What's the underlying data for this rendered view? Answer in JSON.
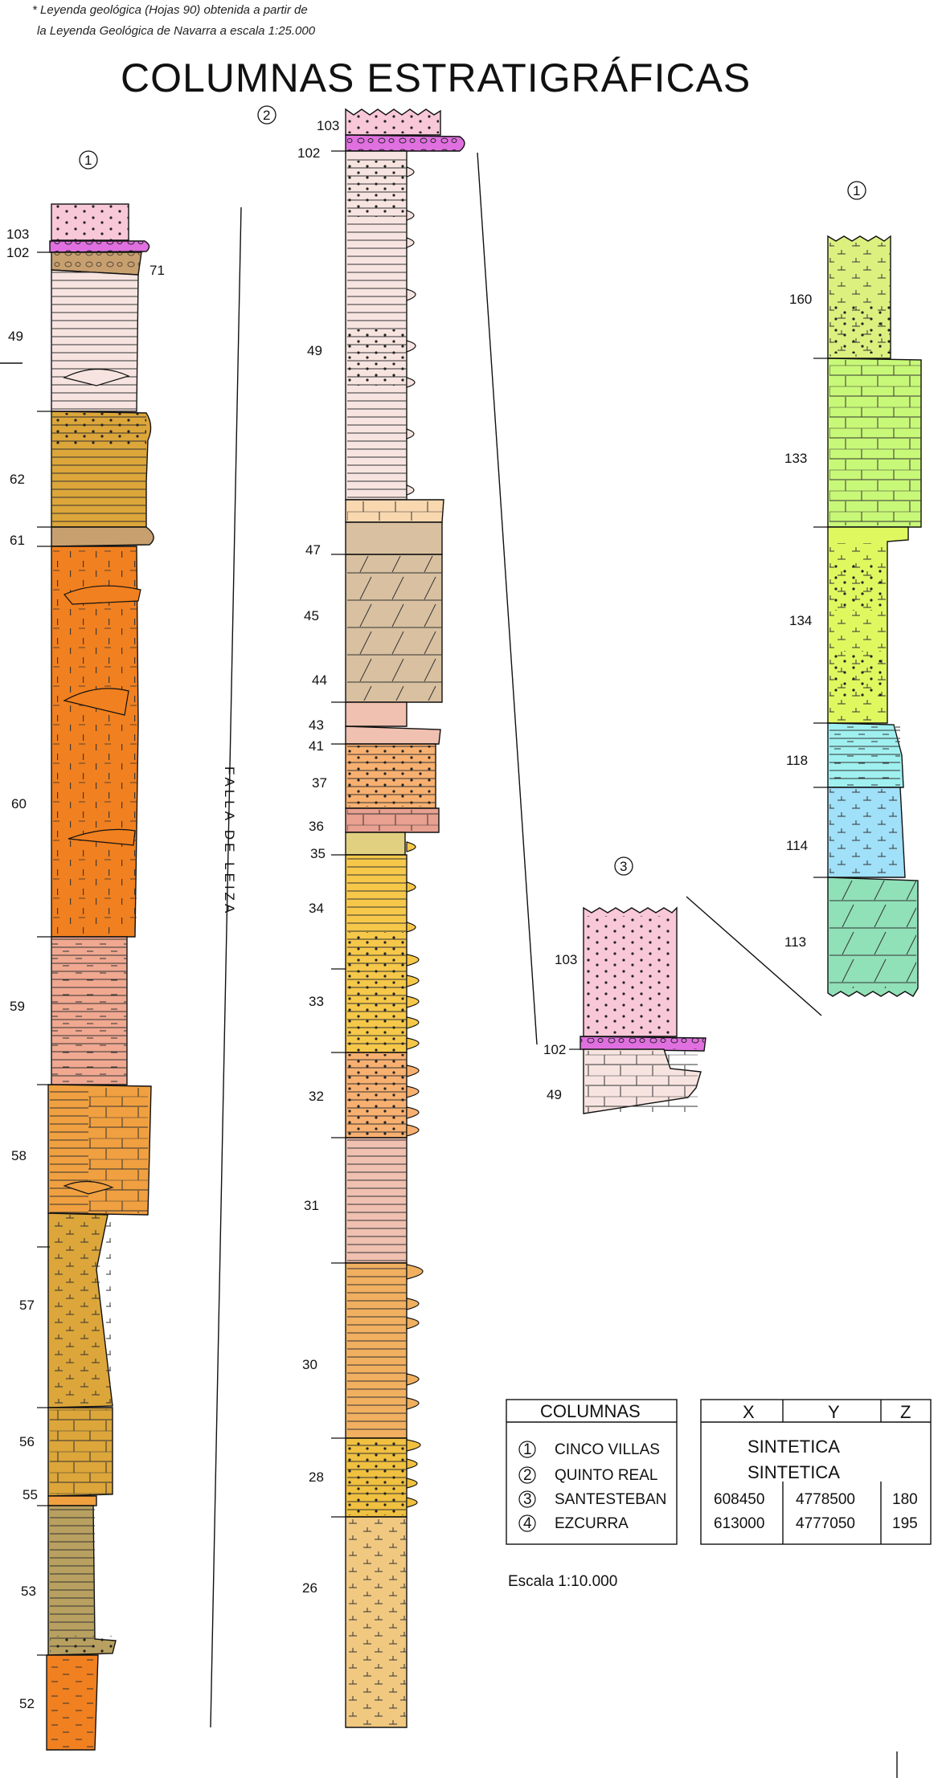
{
  "header": {
    "note_line1": "* Leyenda geológica (Hojas 90) obtenida a partir de",
    "note_line2": "la Leyenda Geológica de Navarra a escala 1:25.000",
    "title": "COLUMNAS ESTRATIGRÁFICAS"
  },
  "column_markers": {
    "col1_left": "1",
    "col2": "2",
    "col3": "3",
    "col1_right": "1"
  },
  "fault_label": "FALLA DE LEIZA",
  "columns": {
    "col1_left": {
      "units": [
        "103",
        "102",
        "71",
        "49",
        "62",
        "61",
        "60",
        "59",
        "58",
        "57",
        "56",
        "55",
        "53",
        "52"
      ]
    },
    "col2": {
      "units": [
        "103",
        "102",
        "49",
        "47",
        "45",
        "44",
        "43",
        "41",
        "37",
        "36",
        "35",
        "34",
        "33",
        "32",
        "31",
        "30",
        "28",
        "26"
      ]
    },
    "col3": {
      "units": [
        "103",
        "102",
        "49"
      ]
    },
    "col1_right": {
      "units": [
        "160",
        "133",
        "134",
        "118",
        "114",
        "113"
      ]
    }
  },
  "legend": {
    "header": "COLUMNAS",
    "items": [
      {
        "num": "1",
        "name": "CINCO VILLAS"
      },
      {
        "num": "2",
        "name": "QUINTO REAL"
      },
      {
        "num": "3",
        "name": "SANTESTEBAN"
      },
      {
        "num": "4",
        "name": "EZCURRA"
      }
    ]
  },
  "coords_table": {
    "headers": [
      "X",
      "Y",
      "Z"
    ],
    "rows": [
      {
        "x": "SINTETICA",
        "y": "",
        "z": ""
      },
      {
        "x": "SINTETICA",
        "y": "",
        "z": ""
      },
      {
        "x": "608450",
        "y": "4778500",
        "z": "180"
      },
      {
        "x": "613000",
        "y": "4777050",
        "z": "195"
      }
    ]
  },
  "scale_text": "Escala 1:10.000",
  "colors": {
    "pink_light": "#f8c8d8",
    "magenta": "#e070e0",
    "cream_pink": "#f7e4e0",
    "ochre": "#dca63a",
    "brown_tan": "#c8a070",
    "orange": "#f08020",
    "salmon": "#f0a890",
    "orange_light": "#f0a040",
    "olive": "#b8a060",
    "tan": "#d8c0a0",
    "beige": "#f9d8b0",
    "yellow": "#f6c84a",
    "peach": "#f8b070",
    "light_salmon": "#f0c0b0",
    "sand": "#f0c880",
    "lime_light": "#dcf080",
    "lime": "#c8f878",
    "yellow_green": "#e0f860",
    "cyan": "#a0f0f0",
    "sky": "#a0e0f8",
    "mint": "#90e0b8"
  }
}
